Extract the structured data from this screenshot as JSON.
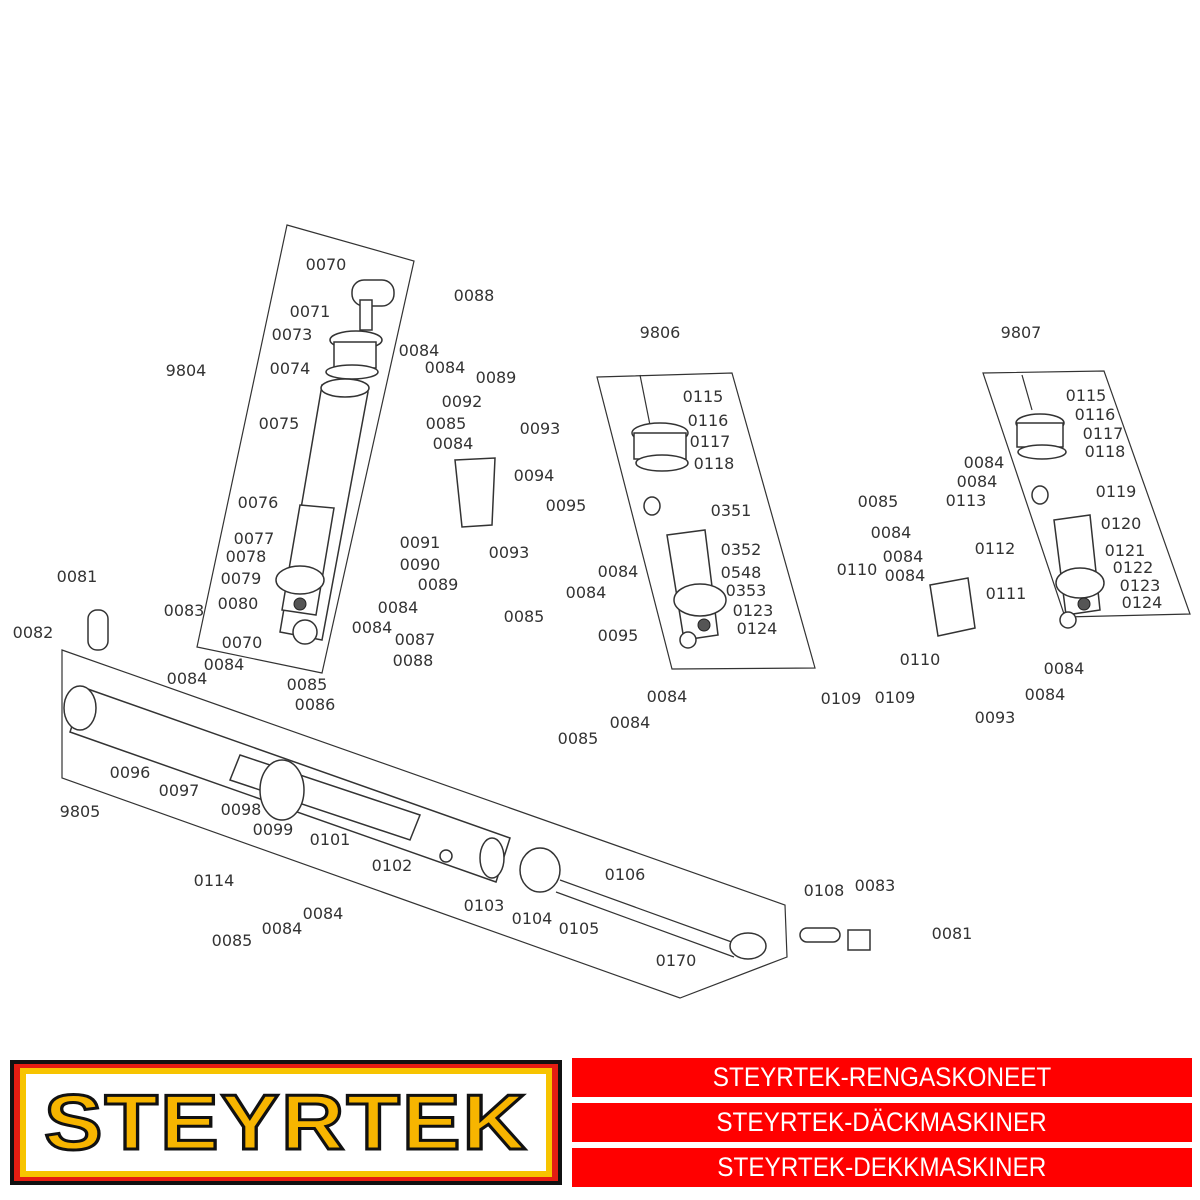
{
  "diagram": {
    "assemblies": [
      "9804",
      "9805",
      "9806",
      "9807"
    ],
    "labels": [
      "0070",
      "0088",
      "0071",
      "0073",
      "9804",
      "0074",
      "0084",
      "0084",
      "0089",
      "0092",
      "0075",
      "0085",
      "0093",
      "0084",
      "0094",
      "0095",
      "0076",
      "0351",
      "0091",
      "0077",
      "0093",
      "0078",
      "0352",
      "0090",
      "0084",
      "0548",
      "0079",
      "0089",
      "0084",
      "0353",
      "0081",
      "0083",
      "0080",
      "0084",
      "0085",
      "0123",
      "0082",
      "0124",
      "0084",
      "0087",
      "0070",
      "0088",
      "0095",
      "0084",
      "0084",
      "0085",
      "0084",
      "0086",
      "0084",
      "0085",
      "0096",
      "0097",
      "0098",
      "9805",
      "0099",
      "0101",
      "0102",
      "0106",
      "0114",
      "0103",
      "0104",
      "0083",
      "0108",
      "0084",
      "0105",
      "0081",
      "0084",
      "0085",
      "0170",
      "9806",
      "0115",
      "0116",
      "0117",
      "0118",
      "9807",
      "0115",
      "0116",
      "0117",
      "0118",
      "0119",
      "0120",
      "0121",
      "0122",
      "0123",
      "0124",
      "0084",
      "0084",
      "0085",
      "0113",
      "0084",
      "0112",
      "0084",
      "0110",
      "0084",
      "0111",
      "0110",
      "0109",
      "0109",
      "0084",
      "0084",
      "0093"
    ]
  },
  "banner": {
    "logo_text": "STEYRTEK",
    "lines": [
      "STEYRTEK-RENGASKONEET",
      "STEYRTEK-DÄCKMASKINER",
      "STEYRTEK-DEKKMASKINER"
    ],
    "colors": {
      "red": "#ff0000",
      "yellow": "#f7c400",
      "black": "#111111"
    }
  }
}
